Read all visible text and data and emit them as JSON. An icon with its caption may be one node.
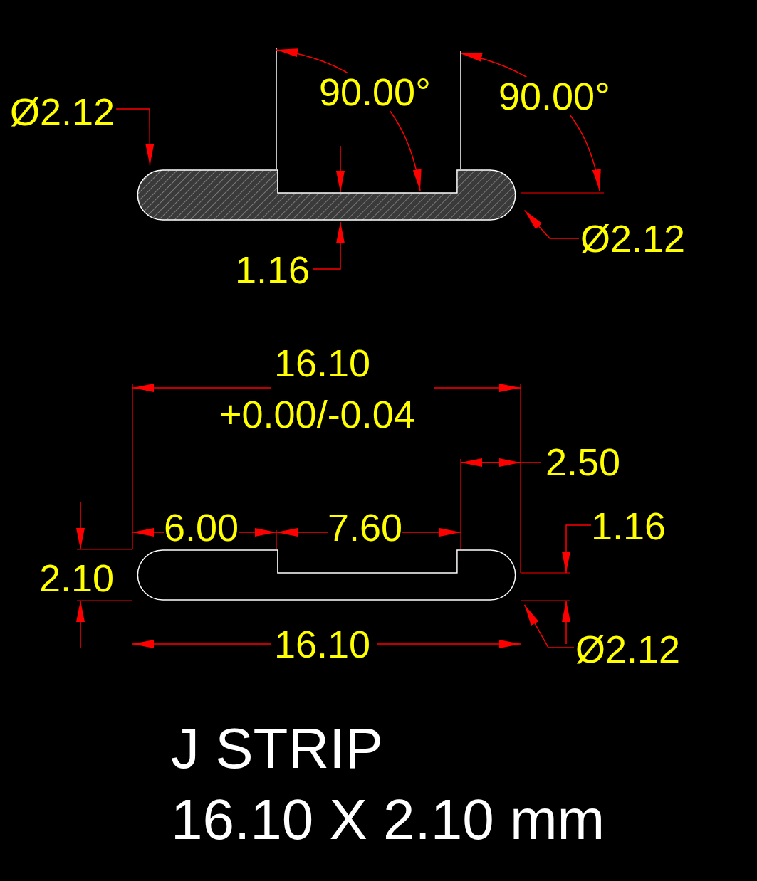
{
  "diagram": {
    "nodes": [
      {
        "text": [
          "Ø2.12"
        ]
      },
      {
        "text": [],
        "shape": "bar"
      },
      {
        "text": [
          "Ø2.12"
        ]
      },
      {
        "text": [],
        "shape": "bar"
      },
      {
        "text": [
          "Ø2.12"
        ]
      }
    ],
    "edges": [
      {
        "from": 0,
        "to": 1,
        "arrow": "to"
      },
      {
        "from": 2,
        "to": 1,
        "arrow": "to"
      },
      {
        "from": 4,
        "to": 3,
        "arrow": "to"
      }
    ],
    "labels": [
      "90.00°",
      "90.00°",
      "1.16",
      "16.10",
      "+0.00/-0.04",
      "2.50",
      "6.00",
      "7.60",
      "1.16",
      "2.10",
      "16.10",
      "J STRIP",
      "16.10 X 2.10 mm"
    ]
  }
}
